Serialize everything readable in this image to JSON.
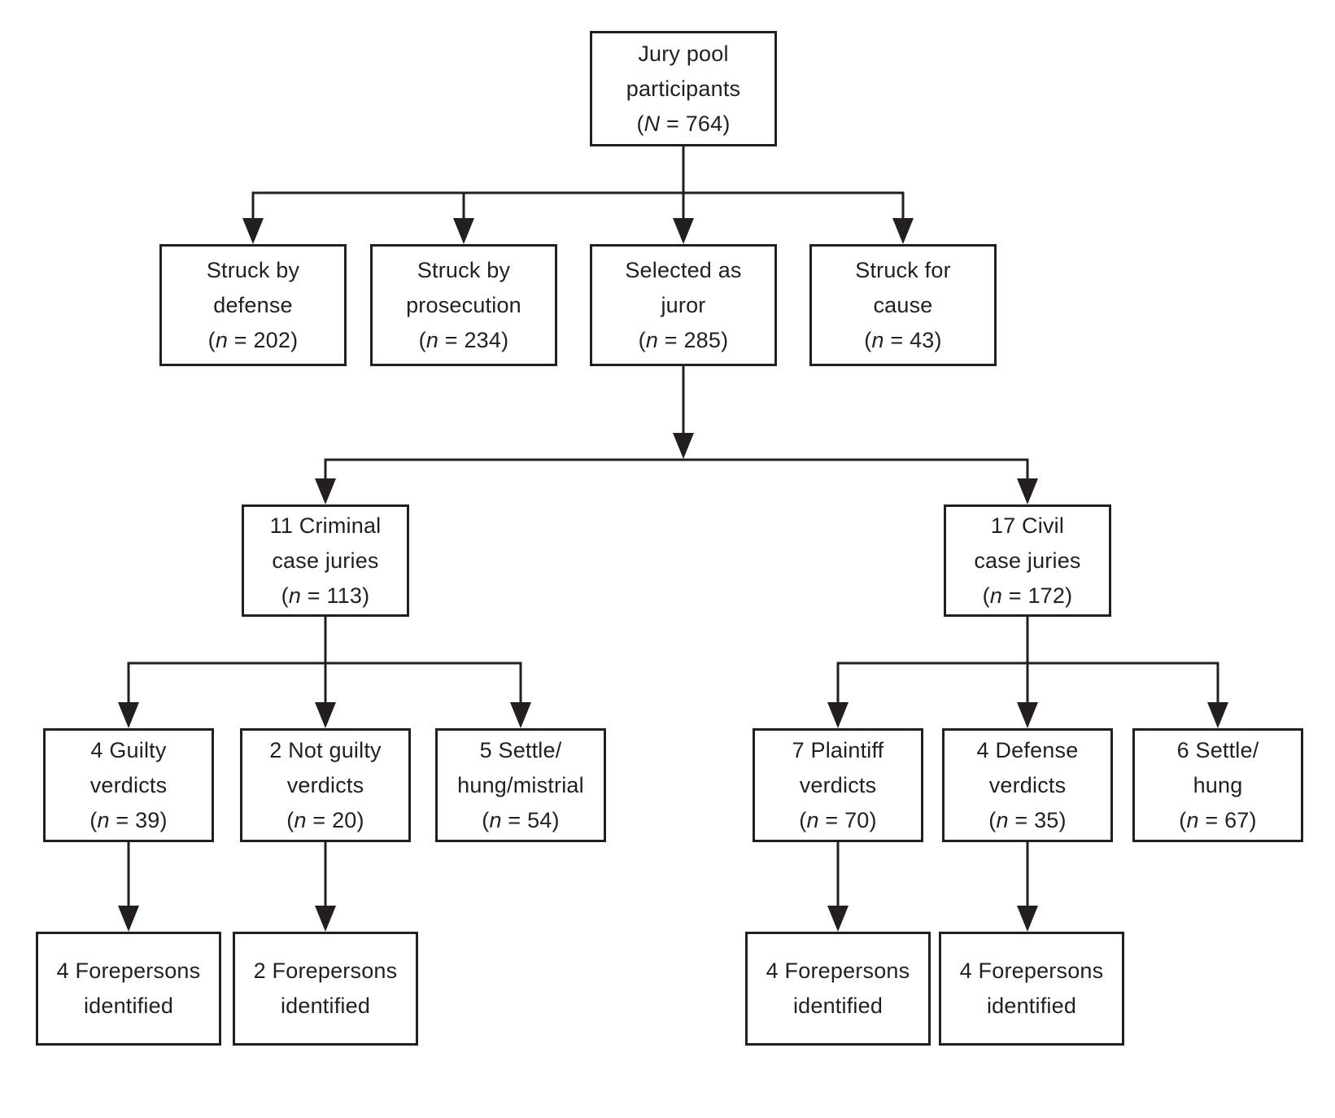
{
  "figure": {
    "type": "flowchart",
    "background_color": "#ffffff",
    "ink_color": "#231f20"
  },
  "nodes": {
    "jury_pool": {
      "lines": [
        "Jury pool",
        "participants"
      ],
      "stat_open": "(",
      "stat_var": "N",
      "stat_rest": " = 764)"
    },
    "struck_defense": {
      "lines": [
        "Struck by",
        "defense"
      ],
      "stat_open": "(",
      "stat_var": "n",
      "stat_rest": " = 202)"
    },
    "struck_prosecution": {
      "lines": [
        "Struck by",
        "prosecution"
      ],
      "stat_open": "(",
      "stat_var": "n",
      "stat_rest": " = 234)"
    },
    "selected_juror": {
      "lines": [
        "Selected as",
        "juror"
      ],
      "stat_open": "(",
      "stat_var": "n",
      "stat_rest": " = 285)"
    },
    "struck_cause": {
      "lines": [
        "Struck for",
        "cause"
      ],
      "stat_open": "(",
      "stat_var": "n",
      "stat_rest": " = 43)"
    },
    "criminal_juries": {
      "lines": [
        "11 Criminal",
        "case juries"
      ],
      "stat_open": "(",
      "stat_var": "n",
      "stat_rest": " = 113)"
    },
    "civil_juries": {
      "lines": [
        "17 Civil",
        "case juries"
      ],
      "stat_open": "(",
      "stat_var": "n",
      "stat_rest": " = 172)"
    },
    "guilty_verdicts": {
      "lines": [
        "4 Guilty",
        "verdicts"
      ],
      "stat_open": "(",
      "stat_var": "n",
      "stat_rest": " = 39)"
    },
    "not_guilty_verdicts": {
      "lines": [
        "2 Not guilty",
        "verdicts"
      ],
      "stat_open": "(",
      "stat_var": "n",
      "stat_rest": " = 20)"
    },
    "settle_hung_mistrial": {
      "lines": [
        "5 Settle/",
        "hung/mistrial"
      ],
      "stat_open": "(",
      "stat_var": "n",
      "stat_rest": " = 54)"
    },
    "plaintiff_verdicts": {
      "lines": [
        "7 Plaintiff",
        "verdicts"
      ],
      "stat_open": "(",
      "stat_var": "n",
      "stat_rest": " = 70)"
    },
    "defense_verdicts": {
      "lines": [
        "4 Defense",
        "verdicts"
      ],
      "stat_open": "(",
      "stat_var": "n",
      "stat_rest": " = 35)"
    },
    "settle_hung": {
      "lines": [
        "6 Settle/",
        "hung"
      ],
      "stat_open": "(",
      "stat_var": "n",
      "stat_rest": " = 67)"
    },
    "forepersons_guilty": {
      "lines": [
        "4 Forepersons",
        "identified"
      ]
    },
    "forepersons_not_guilty": {
      "lines": [
        "2 Forepersons",
        "identified"
      ]
    },
    "forepersons_plaintiff": {
      "lines": [
        "4 Forepersons",
        "identified"
      ]
    },
    "forepersons_defense": {
      "lines": [
        "4 Forepersons",
        "identified"
      ]
    }
  }
}
